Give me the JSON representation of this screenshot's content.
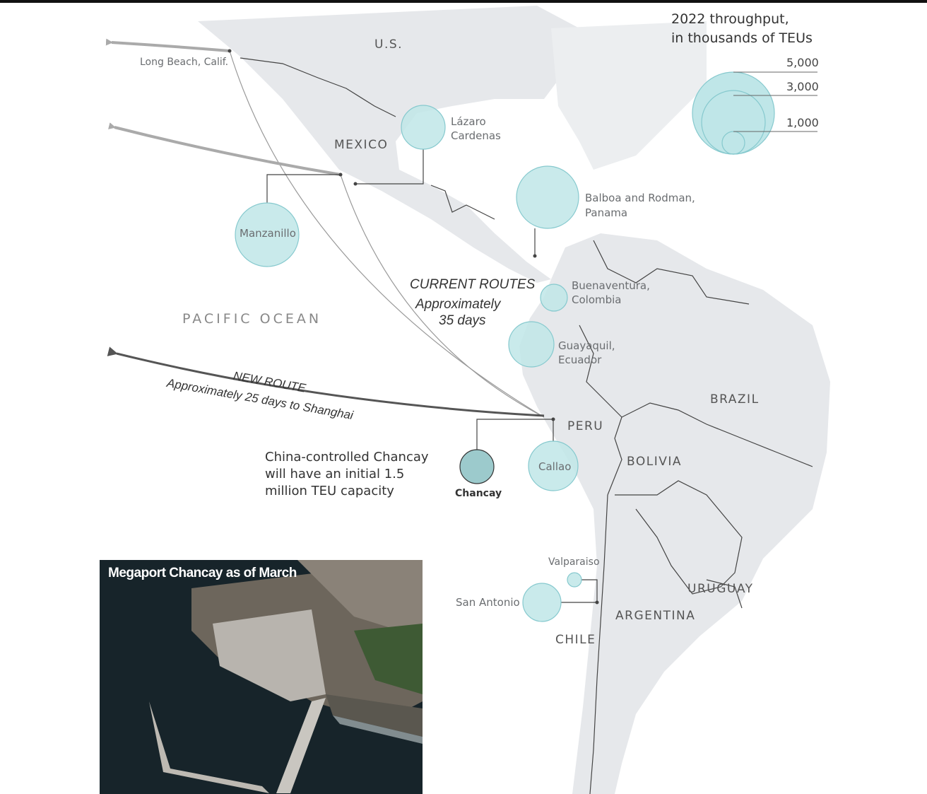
{
  "legend": {
    "title_line1": "2022 throughput,",
    "title_line2": "in thousands of TEUs",
    "values": [
      "5,000",
      "3,000",
      "1,000"
    ]
  },
  "countries": {
    "us": "U.S.",
    "mexico": "MEXICO",
    "peru": "PERU",
    "brazil": "BRAZIL",
    "bolivia": "BOLIVIA",
    "chile": "CHILE",
    "argentina": "ARGENTINA",
    "uruguay": "URUGUAY"
  },
  "ocean": "PACIFIC OCEAN",
  "ports": {
    "long_beach": "Long Beach, Calif.",
    "lazaro_1": "Lázaro",
    "lazaro_2": "Cardenas",
    "manzanillo": "Manzanillo",
    "balboa_1": "Balboa and Rodman,",
    "balboa_2": "Panama",
    "buenaventura_1": "Buenaventura,",
    "buenaventura_2": "Colombia",
    "guayaquil_1": "Guayaquil,",
    "guayaquil_2": "Ecuador",
    "callao": "Callao",
    "chancay": "Chancay",
    "valparaiso": "Valparaiso",
    "san_antonio": "San Antonio"
  },
  "routes": {
    "current_title": "CURRENT ROUTES",
    "current_sub1": "Approximately",
    "current_sub2": "35 days",
    "new_title": "NEW ROUTE",
    "new_sub": "Approximately 25 days to Shanghai"
  },
  "note": {
    "line1": "China-controlled Chancay",
    "line2": "will have an initial 1.5",
    "line3": "million TEU capacity"
  },
  "photo": {
    "title": "Megaport Chancay as of March"
  },
  "colors": {
    "bubble": "#bfe6e8",
    "bubble_stroke": "#86c9ce",
    "chancay": "#9ccacc",
    "land": "#e6e8eb"
  }
}
